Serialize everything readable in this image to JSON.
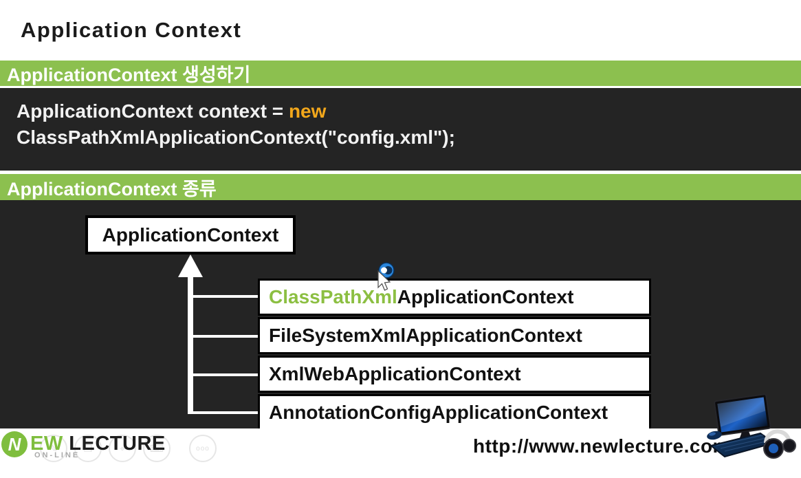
{
  "slide": {
    "title": "Application Context"
  },
  "section_create": {
    "heading": "ApplicationContext 생성하기",
    "code": {
      "line1_text": "ApplicationContext context = ",
      "line1_keyword": "new",
      "line2_text": "ClassPathXmlApplicationContext(\"config.xml\");"
    }
  },
  "section_types": {
    "heading": "ApplicationContext 종류"
  },
  "diagram": {
    "parent_class": "ApplicationContext",
    "children": [
      {
        "highlight": "ClassPathXml",
        "rest": "ApplicationContext"
      },
      {
        "highlight": "",
        "rest": "FileSystemXmlApplicationContext"
      },
      {
        "highlight": "",
        "rest": "XmlWebApplicationContext"
      },
      {
        "highlight": "",
        "rest": "AnnotationConfigApplicationContext"
      }
    ]
  },
  "footer": {
    "logo_initial": "N",
    "brand_green": "EW ",
    "brand_dark": "LECTURE",
    "brand_sub": "ON-LINE",
    "url": "http://www.newlecture.com",
    "watermarks": [
      {
        "name": "pencil-icon",
        "glyph": "✎"
      },
      {
        "name": "tablet-icon",
        "glyph": "❐"
      },
      {
        "name": "pointer-icon",
        "glyph": "⌖"
      },
      {
        "name": "keyboard-icon",
        "glyph": "⌨"
      },
      {
        "name": "ellipsis-icon",
        "glyph": "ooo"
      }
    ]
  },
  "colors": {
    "accent_green": "#8CC04F",
    "logo_green": "#7FBE3E",
    "panel_dark": "#242424",
    "keyword_orange": "#F2A71B",
    "class_name_green": "#8CBF42"
  },
  "cursor": {
    "kind": "arrow-pointer-with-record-badge"
  }
}
